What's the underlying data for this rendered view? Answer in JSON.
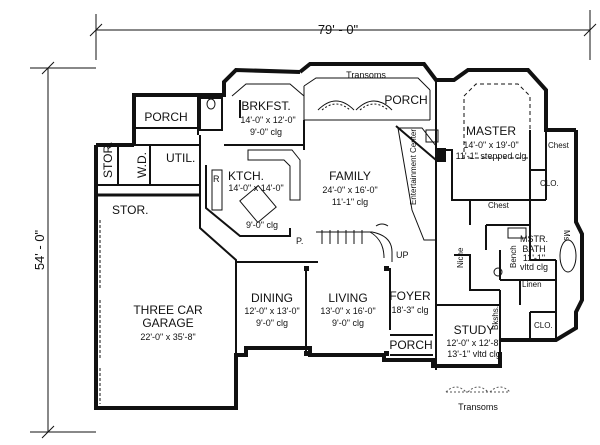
{
  "dimensions": {
    "width": "79' - 0\"",
    "depth": "54' - 0\""
  },
  "annotations": {
    "transoms_top": "Transoms",
    "transoms_bottom": "Transoms",
    "entertainment_center": "Entertainment Center",
    "up": "UP"
  },
  "rooms": {
    "porch_left": {
      "name": "PORCH"
    },
    "porch_top": {
      "name": "PORCH"
    },
    "porch_bottom": {
      "name": "PORCH"
    },
    "brkfst": {
      "name": "BRKFST.",
      "size": "14'-0\" x 12'-0\"",
      "clg": "9'-0\" clg"
    },
    "master": {
      "name": "MASTER",
      "size": "14'-0\" x 19'-0\"",
      "clg": "11'-1\" stepped clg"
    },
    "family": {
      "name": "FAMILY",
      "size": "24'-0\" x 16'-0\"",
      "clg": "11'-1\" clg"
    },
    "kitchen": {
      "name": "KTCH.",
      "size": "14'-0\" x 14'-0\"",
      "clg": "9'-0\" clg"
    },
    "stor_a": {
      "name": "STOR."
    },
    "stor_b": {
      "name": "STOR."
    },
    "wd": {
      "name": "W.D."
    },
    "util": {
      "name": "UTIL."
    },
    "garage": {
      "name_1": "THREE CAR",
      "name_2": "GARAGE",
      "size": "22'-0\" x 35'-8\""
    },
    "dining": {
      "name": "DINING",
      "size": "12'-0\" x 13'-0\"",
      "clg": "9'-0\" clg"
    },
    "living": {
      "name": "LIVING",
      "size": "13'-0\" x 16'-0\"",
      "clg": "9'-0\" clg"
    },
    "foyer": {
      "name": "FOYER",
      "size": "18'-3\" clg"
    },
    "study": {
      "name": "STUDY",
      "size": "12'-0\" x 12'-8\"",
      "clg": "13'-1\" vltd clg"
    },
    "mstr_bath": {
      "name": "MSTR.",
      "name_2": "BATH",
      "clg_1": "11'-1\"",
      "clg_2": "vltd clg"
    },
    "chest_a": {
      "name": "Chest"
    },
    "chest_b": {
      "name": "Chest"
    },
    "clo_a": {
      "name": "CLO."
    },
    "clo_b": {
      "name": "CLO."
    },
    "linen": {
      "name": "Linen"
    },
    "niche": {
      "name": "Niche"
    },
    "bench": {
      "name": "Bench"
    },
    "bkshs": {
      "name": "Bkshs."
    },
    "r_mark": {
      "name": "R"
    },
    "p_mark": {
      "name": "P."
    },
    "ms_mark": {
      "name": "Ms"
    }
  }
}
